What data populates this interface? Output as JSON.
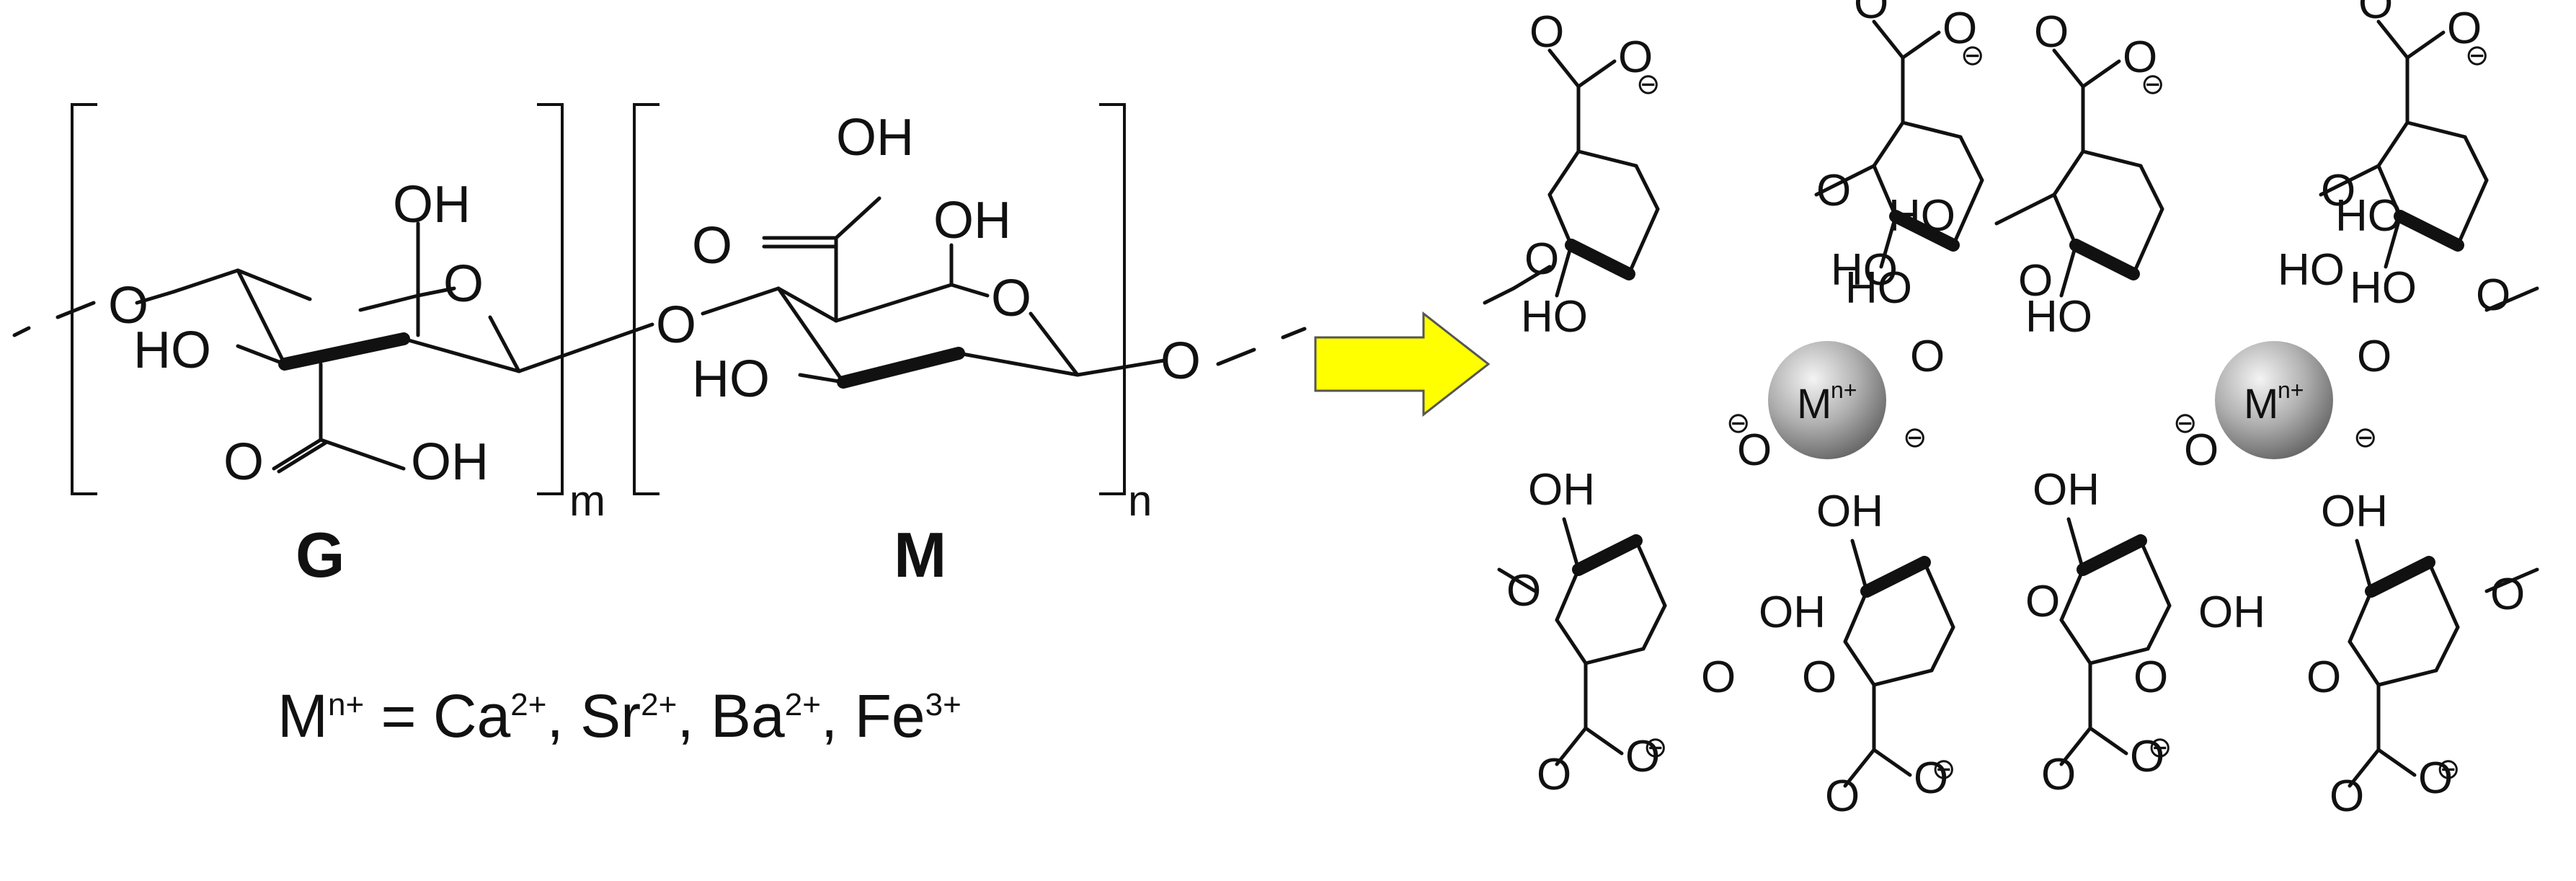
{
  "left": {
    "units": [
      {
        "id": "G",
        "label": "G",
        "repeat": "m",
        "groups": {
          "oh_top": "OH",
          "ring_o": "O",
          "ho_side": "HO",
          "carbonyl": "O",
          "acid_oh": "OH",
          "link_o": "O"
        }
      },
      {
        "id": "M",
        "label": "M",
        "repeat": "n",
        "groups": {
          "acid_oh": "OH",
          "oh_top": "OH",
          "carbonyl": "O",
          "ring_o": "O",
          "ho_side": "HO",
          "link_o_left": "O",
          "link_o_right": "O"
        }
      }
    ],
    "formula": {
      "metal": "M",
      "metal_sup": "n+",
      "equals": " = ",
      "ions": [
        {
          "sym": "Ca",
          "sup": "2+"
        },
        {
          "sym": "Sr",
          "sup": "2+"
        },
        {
          "sym": "Ba",
          "sup": "2+"
        },
        {
          "sym": "Fe",
          "sup": "3+"
        }
      ]
    }
  },
  "arrow": {
    "color": "#ffff00",
    "stroke": "#555555"
  },
  "right": {
    "ions": [
      {
        "sym": "M",
        "sup": "n+"
      },
      {
        "sym": "M",
        "sup": "n+"
      }
    ],
    "ion_color": "#9a9a9a",
    "labels": {
      "o": "O",
      "oh": "OH",
      "ho": "HO",
      "neg": "⊖"
    }
  }
}
